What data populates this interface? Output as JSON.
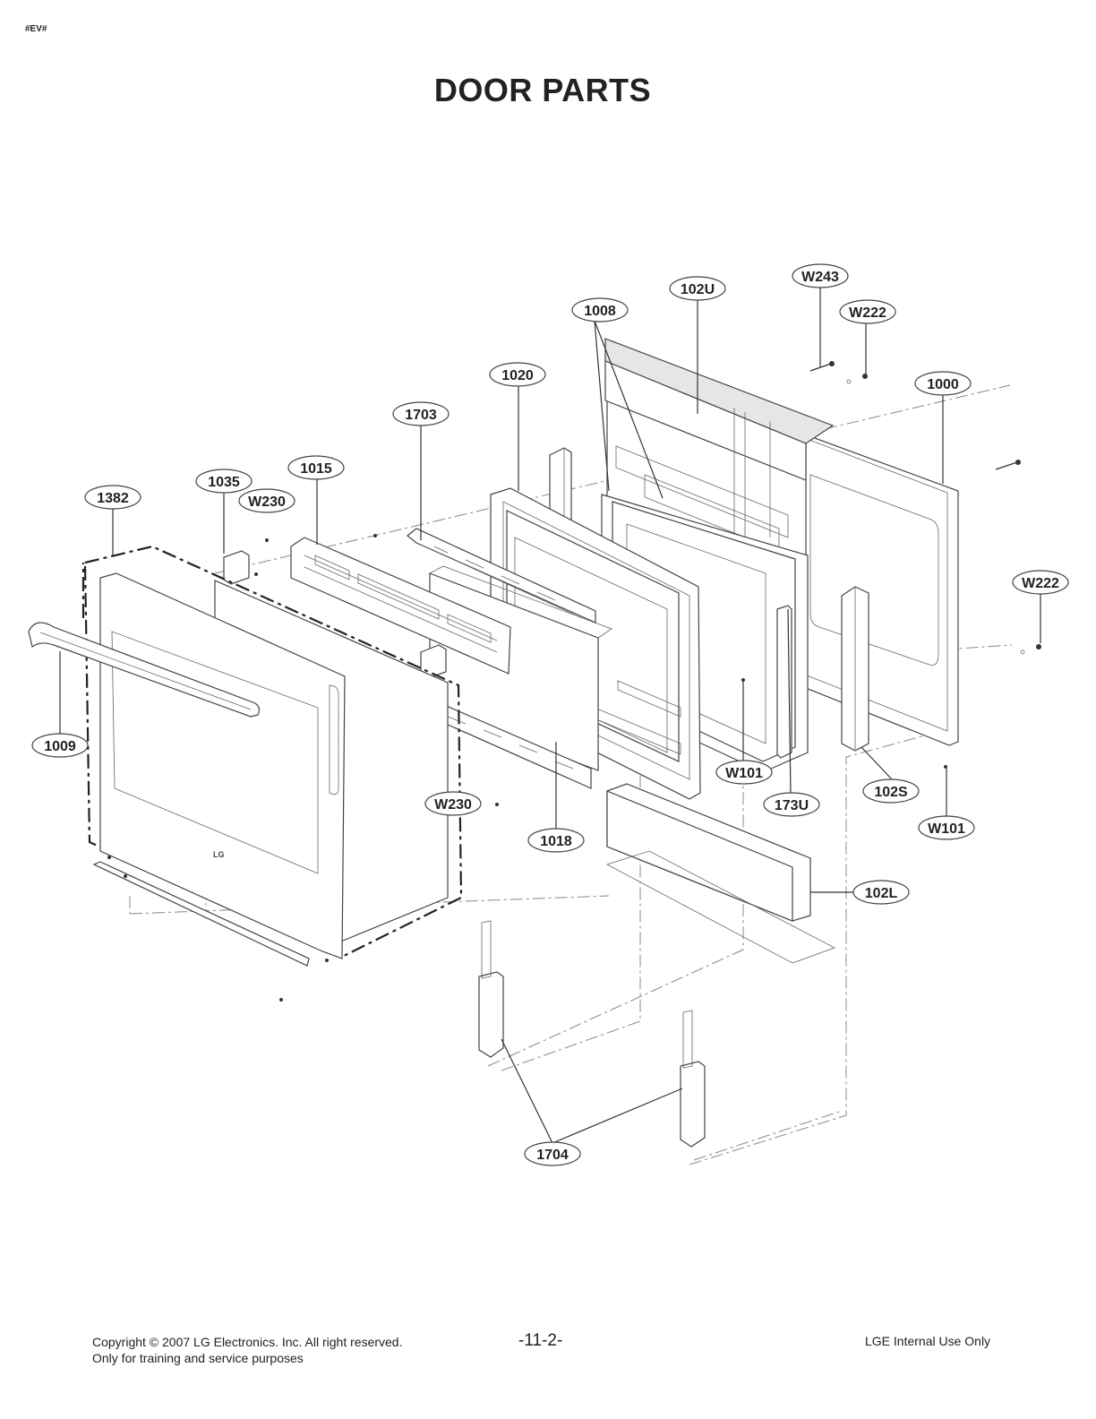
{
  "header": {
    "code": "#EV#",
    "title": "DOOR PARTS"
  },
  "callouts": {
    "c_w243": "W243",
    "c_102u": "102U",
    "c_1008": "1008",
    "c_w222_top": "W222",
    "c_1020": "1020",
    "c_1000": "1000",
    "c_1703": "1703",
    "c_1015": "1015",
    "c_1035": "1035",
    "c_w230_top": "W230",
    "c_1382": "1382",
    "c_w222_right": "W222",
    "c_1009": "1009",
    "c_w101_mid": "W101",
    "c_102s": "102S",
    "c_173u": "173U",
    "c_w230_bottom": "W230",
    "c_w101_right": "W101",
    "c_1018": "1018",
    "c_102l": "102L",
    "c_1704": "1704"
  },
  "logo_text": "LG",
  "footer": {
    "copyright": "Copyright © 2007 LG Electronics. Inc. All right reserved.",
    "training": "Only for training and service purposes",
    "page": "-11-2-",
    "internal": "LGE Internal Use Only"
  }
}
